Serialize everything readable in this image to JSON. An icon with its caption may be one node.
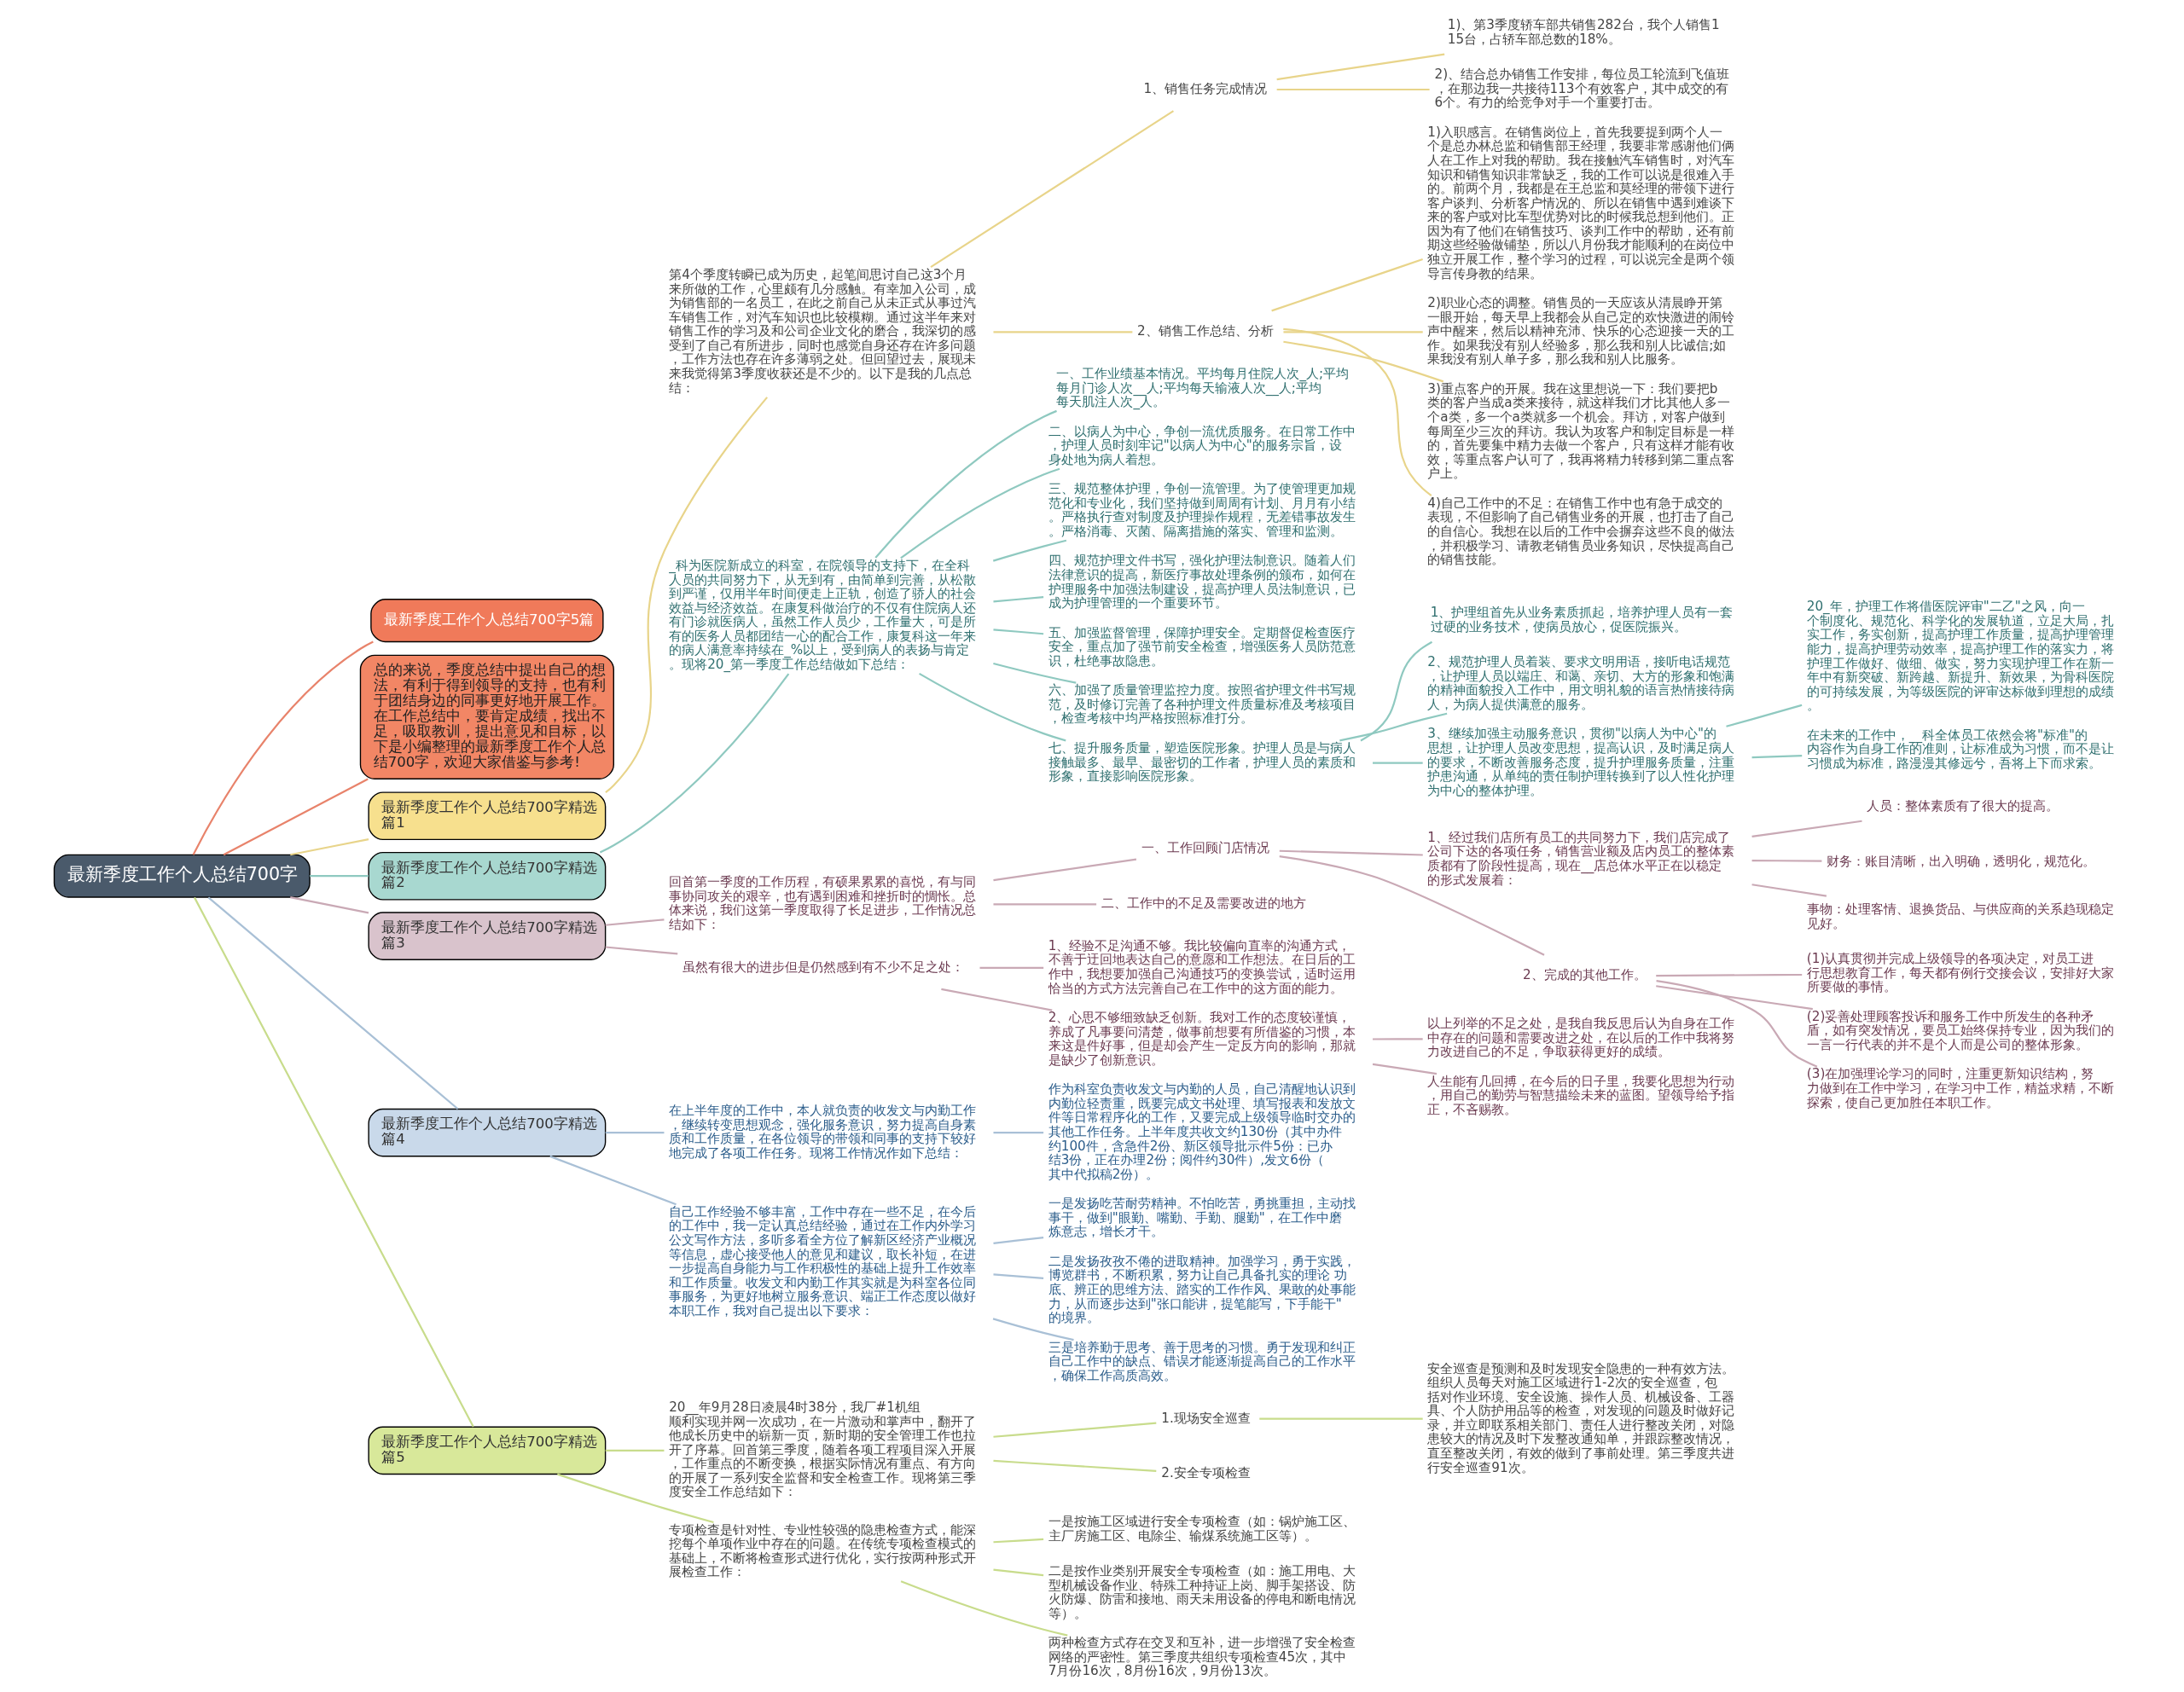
{
  "diagram": {
    "nodes": [
      {
        "text": [
          "最新季度工作个人总结700字"
        ]
      },
      {
        "text": [
          "最新季度工作个人总结700字5篇"
        ]
      },
      {
        "text": [
          "总的来说，季度总结中提出自己的想法，有利于得到领导的支持，也有利于团结身边的同事更好地开展工作。在工作总结中，要肯定成绩，找出不足，吸取教训，提出意见和目标，以下是小编整理的最新季度工作个人总结700字，欢迎大家借鉴与参考!"
        ]
      },
      {
        "text": [
          "最新季度工作个人总结700字精选篇1"
        ]
      },
      {
        "text": [
          "第4个季度转瞬已成为历史，起笔间思讨自己这3个月来所做的工作，心里颇有几分感触。有幸加入公司，成为销售部的一名员工，在此之前自己从未正式从事过汽车销售工作，对汽车知识也比较模糊。通过这半年来对销售工作的学习及和公司企业文化的磨合，我深切的感受到了自己有所进步，同时也感觉自身还存在许多问题，工作方法也存在许多薄弱之处。但回望过去，展现未来我觉得第3季度收获还是不少的。以下是我的几点总结："
        ]
      },
      {
        "text": [
          "1、销售任务完成情况"
        ]
      },
      {
        "text": [
          "1)、第3季度轿车部共销售282台，我个人销售115台，占轿车部总数的18%。"
        ]
      },
      {
        "text": [
          "2)、结合总办销售工作安排，每位员工轮流到飞值班，在那边我一共接待113个有效客户，其中成交的有6个。有力的给竞争对手一个重要打击。"
        ]
      },
      {
        "text": [
          "2、销售工作总结、分析"
        ]
      },
      {
        "text": [
          "1)入职感言。在销售岗位上，首先我要提到两个人一个是总办林总监和销售部王经理，我要非常感谢他们俩人在工作上对我的帮助。我在接触汽车销售时，对汽车知识和销售知识非常缺乏，我的工作可以说是很难入手的。前两个月，我都是在王总监和莫经理的带领下进行客户谈判、分析客户情况的、所以在销售中遇到难谈下来的客户或对比车型优势对比的时候我总想到他们。正因为有了他们在销售技巧、谈判工作中的帮助，还有前期这些经验做铺垫，所以八月份我才能顺利的在岗位中独立开展工作，整个学习的过程，可以说完全是两个领导言传身教的结果。"
        ]
      },
      {
        "text": [
          "2)职业心态的调整。销售员的一天应该从清晨睁开第一眼开始，每天早上我都会从自己定的欢快激进的闹铃声中醒来，然后以精神充沛、快乐的心态迎接一天的工作。如果我没有别人经验多，那么我和别人比诚信;如果我没有别人单子多，那么我和别人比服务。"
        ]
      },
      {
        "text": [
          "3)重点客户的开展。我在这里想说一下：我们要把b类的客户当成a类来接待，就这样我们才比其他人多一个a类，多一个a类就多一个机会。拜访，对客户做到每周至少三次的拜访。我认为攻客户和制定目标是一样的，首先要集中精力去做一个客户，只有这样才能有收效，等重点客户认可了，我再将精力转移到第二重点客户上。"
        ]
      },
      {
        "text": [
          "4)自己工作中的不足：在销售工作中也有急于成交的表现，不但影响了自己销售业务的开展，也打击了自己的自信心。我想在以后的工作中会摒弃这些不良的做法，并积极学习、请教老销售员业务知识，尽快提高自己的销售技能。"
        ]
      },
      {
        "text": [
          "最新季度工作个人总结700字精选篇2"
        ]
      },
      {
        "text": [
          "_科为医院新成立的科室，在院领导的支持下，在全科人员的共同努力下，从无到有，由简单到完善，从松散到严谨，仅用半年时间便走上正轨，创造了骄人的社会效益与经济效益。在康复科做治疗的不仅有住院病人还有门诊就医病人，虽然工作人员少，工作量大，可是所有的医务人员都团结一心的配合工作，康复科这一年来的病人满意率持续在_%以上，受到病人的表扬与肯定。现将20_第一季度工作总结做如下总结："
        ]
      },
      {
        "text": [
          "一、工作业绩基本情况。平均每月住院人次_人;平均每月门诊人次__人;平均每天输液人次__人;平均每天肌注人次_人。"
        ]
      },
      {
        "text": [
          "二、以病人为中心，争创一流优质服务。在日常工作中，护理人员时刻牢记\"以病人为中心\"的服务宗旨，设身处地为病人着想。"
        ]
      },
      {
        "text": [
          "三、规范整体护理，争创一流管理。为了使管理更加规范化和专业化，我们坚持做到周周有计划、月月有小结。严格执行查对制度及护理操作规程，无差错事故发生。严格消毒、灭菌、隔离措施的落实、管理和监测。"
        ]
      },
      {
        "text": [
          "四、规范护理文件书写，强化护理法制意识。随着人们法律意识的提高，新医疗事故处理条例的颁布，如何在护理服务中加强法制建设，提高护理人员法制意识，已成为护理管理的一个重要环节。"
        ]
      },
      {
        "text": [
          "五、加强监督管理，保障护理安全。定期督促检查医疗安全，重点加了强节前安全检查，增强医务人员防范意识，杜绝事故隐患。"
        ]
      },
      {
        "text": [
          "六、加强了质量管理监控力度。按照省护理文件书写规范，及时修订完善了各种护理文件质量标准及考核项目，检查考核中均严格按照标准打分。"
        ]
      },
      {
        "text": [
          "七、提升服务质量，塑造医院形象。护理人员是与病人接触最多、最早、最密切的工作者，护理人员的素质和形象，直接影响医院形象。"
        ]
      },
      {
        "text": [
          "1、护理组首先从业务素质抓起，培养护理人员有一套过硬的业务技术，使病员放心，促医院振兴。"
        ]
      },
      {
        "text": [
          "2、规范护理人员着装、要求文明用语，接听电话规范，让护理人员以端庄、和蔼、亲切、大方的形象和饱满的精神面貌投入工作中，用文明礼貌的语言热情接待病人，为病人提供满意的服务。"
        ]
      },
      {
        "text": [
          "3、继续加强主动服务意识，贯彻\"以病人为中心\"的思想，让护理人员改变思想，提高认识，及时满足病人的要求，不断改善服务态度，提升护理服务质量，注重护患沟通，从单纯的责任制护理转换到了以人性化护理为中心的整体护理。"
        ]
      },
      {
        "text": [
          "20_年，护理工作将借医院评审\"二乙\"之风，向一个制度化、规范化、科学化的发展轨道，立足大局，扎实工作，务实创新，提高护理工作质量，提高护理管理能力，提高护理劳动效率，提高护理工作的落实力，将护理工作做好、做细、做实，努力实现护理工作在新一年中有新突破、新跨越、新提升、新效果，为骨科医院的可持续发展，为等级医院的评审达标做到理想的成绩。"
        ]
      },
      {
        "text": [
          "在未来的工作中，__科全体员工依然会将\"标准\"的内容作为自身工作的准则，让标准成为习惯，而不是让习惯成为标准，路漫漫其修远兮，吾将上下而求索。"
        ]
      },
      {
        "text": [
          "最新季度工作个人总结700字精选篇3"
        ]
      },
      {
        "text": [
          "回首第一季度的工作历程，有硕果累累的喜悦，有与同事协同攻关的艰辛，也有遇到困难和挫折时的惆怅。总体来说，我们这第一季度取得了长足进步，工作情况总结如下："
        ]
      },
      {
        "text": [
          "一、工作回顾门店情况"
        ]
      },
      {
        "text": [
          "1、经过我们店所有员工的共同努力下，我们店完成了公司下达的各项任务，销售营业额及店内员工的整体素质都有了阶段性提高，现在__店总体水平正在以稳定的形式发展着："
        ]
      },
      {
        "text": [
          "人员：整体素质有了很大的提高。"
        ]
      },
      {
        "text": [
          "财务：账目清晰，出入明确，透明化，规范化。"
        ]
      },
      {
        "text": [
          "事物：处理客情、退换货品、与供应商的关系趋现稳定见好。"
        ]
      },
      {
        "text": [
          "2、完成的其他工作。"
        ]
      },
      {
        "text": [
          "(1)认真贯彻并完成上级领导的各项决定，对员工进行思想教育工作，每天都有例行交接会议，安排好大家所要做的事情。"
        ]
      },
      {
        "text": [
          "(2)妥善处理顾客投诉和服务工作中所发生的各种矛盾，如有突发情况，要员工始终保持专业，因为我们的一言一行代表的并不是个人而是公司的整体形象。"
        ]
      },
      {
        "text": [
          "(3)在加强理论学习的同时，注重更新知识结构，努力做到在工作中学习，在学习中工作，精益求精，不断探索，使自己更加胜任本职工作。"
        ]
      },
      {
        "text": [
          "二、工作中的不足及需要改进的地方"
        ]
      },
      {
        "text": [
          "虽然有很大的进步但是仍然感到有不少不足之处："
        ]
      },
      {
        "text": [
          "1、经验不足沟通不够。我比较偏向直率的沟通方式，不善于迂回地表达自己的意愿和工作想法。在日后的工作中，我想要加强自己沟通技巧的变换尝试，适时运用恰当的方式方法完善自己在工作中的这方面的能力。"
        ]
      },
      {
        "text": [
          "2、心思不够细致缺乏创新。我对工作的态度较谨慎，养成了凡事要问清楚，做事前想要有所借鉴的习惯，本来这是件好事，但是却会产生一定反方向的影响，那就是缺少了创新意识。"
        ]
      },
      {
        "text": [
          "以上列举的不足之处，是我自我反思后认为自身在工作中存在的问题和需要改进之处，在以后的工作中我将努力改进自己的不足，争取获得更好的成绩。"
        ]
      },
      {
        "text": [
          "人生能有几回搏，在今后的日子里，我要化思想为行动，用自己的勤劳与智慧描绘未来的蓝图。望领导给予指正，不吝赐教。"
        ]
      },
      {
        "text": [
          "最新季度工作个人总结700字精选篇4"
        ]
      },
      {
        "text": [
          "在上半年度的工作中，本人就负责的收发文与内勤工作，继续转变思想观念，强化服务意识，努力提高自身素质和工作质量，在各位领导的带领和同事的支持下较好地完成了各项工作任务。现将工作情况作如下总结："
        ]
      },
      {
        "text": [
          "自己工作经验不够丰富，工作中存在一些不足，在今后的工作中，我一定认真总结经验，通过在工作内外学习公文写作方法，多听多看全方位了解新区经济产业概况等信息，虚心接受他人的意见和建议，取长补短，在进一步提高自身能力与工作积极性的基础上提升工作效率和工作质量。收发文和内勤工作其实就是为科室各位同事服务，为更好地树立服务意识、端正工作态度以做好本职工作，我对自己提出以下要求："
        ]
      },
      {
        "text": [
          "作为科室负责收发文与内勤的人员，自己清醒地认识到内勤位轻责重，既要完成文书处理、填写报表和发放文件等日常程序化的工作，又要完成上级领导临时交办的其他工作任务。上半年度共收文约130份（其中办件约100件，含急件2份、新区领导批示件5份：已办结3份，正在办理2份；阅件约30件）,发文6份（其中代拟稿2份）。"
        ]
      },
      {
        "text": [
          "一是发扬吃苦耐劳精神。不怕吃苦，勇挑重担，主动找事干，做到\"眼勤、嘴勤、手勤、腿勤\"，在工作中磨炼意志，增长才干。"
        ]
      },
      {
        "text": [
          "二是发扬孜孜不倦的进取精神。加强学习，勇于实践，博览群书，不断积累，努力让自己具备扎实的理论 功底、辨正的思维方法、踏实的工作作风、果敢的处事能力，从而逐步达到\"张口能讲，提笔能写，下手能干\"的境界。"
        ]
      },
      {
        "text": [
          "三是培养勤于思考、善于思考的习惯。勇于发现和纠正自己工作中的缺点、错误才能逐渐提高自己的工作水平，确保工作高质高效。"
        ]
      },
      {
        "text": [
          "最新季度工作个人总结700字精选篇5"
        ]
      },
      {
        "text": [
          "20__年9月28日凌晨4时38分，我厂#1机组顺利实现并网一次成功，在一片激动和掌声中，翻开了他成长历史中的崭新一页，新时期的安全管理工作也拉开了序幕。回首第三季度，随着各项工程项目深入开展，工作重点的不断变换，根据实际情况有重点、有方向的开展了一系列安全监督和安全检查工作。现将第三季度安全工作总结如下："
        ]
      },
      {
        "text": [
          "1.现场安全巡查"
        ]
      },
      {
        "text": [
          "安全巡查是预测和及时发现安全隐患的一种有效方法。组织人员每天对施工区域进行1-2次的安全巡查，包括对作业环境、安全设施、操作人员、机械设备、工器具、个人防护用品等的检查，对发现的问题及时做好记录，并立即联系相关部门、责任人进行整改关闭，对隐患较大的情况及时下发整改通知单，并跟踪整改情况，直至整改关闭，有效的做到了事前处理。第三季度共进行安全巡查91次。"
        ]
      },
      {
        "text": [
          "2.安全专项检查"
        ]
      },
      {
        "text": [
          "专项检查是针对性、专业性较强的隐患检查方式，能深挖每个单项作业中存在的问题。在传统专项检查模式的基础上，不断将检查形式进行优化，实行按两种形式开展检查工作："
        ]
      },
      {
        "text": [
          "一是按施工区域进行安全专项检查（如：锅炉施工区、主厂房施工区、电除尘、输煤系统施工区等）。"
        ]
      },
      {
        "text": [
          "二是按作业类别开展安全专项检查（如：施工用电、大型机械设备作业、特殊工种持证上岗、脚手架搭设、防火防爆、防雷和接地、雨天未用设备的停电和断电情况等）。"
        ]
      },
      {
        "text": [
          "两种检查方式存在交叉和互补，进一步增强了安全检查网络的严密性。第三季度共组织专项检查45次，其中7月份16次，8月份16次，9月份13次。"
        ]
      }
    ],
    "edges": [
      {
        "from": 0,
        "to": 1,
        "arrow": "none",
        "color": "#e8836b"
      },
      {
        "from": 0,
        "to": 2,
        "arrow": "none",
        "color": "#e8836b"
      },
      {
        "from": 0,
        "to": 3,
        "arrow": "none",
        "color": "#e8d48a"
      },
      {
        "from": 3,
        "to": 4,
        "arrow": "none",
        "color": "#e8d48a"
      },
      {
        "from": 4,
        "to": 5,
        "arrow": "none",
        "color": "#e8d48a"
      },
      {
        "from": 5,
        "to": 6,
        "arrow": "none",
        "color": "#e8d48a"
      },
      {
        "from": 5,
        "to": 7,
        "arrow": "none",
        "color": "#e8d48a"
      },
      {
        "from": 4,
        "to": 8,
        "arrow": "none",
        "color": "#e8d48a"
      },
      {
        "from": 8,
        "to": 9,
        "arrow": "none",
        "color": "#e8d48a"
      },
      {
        "from": 8,
        "to": 10,
        "arrow": "none",
        "color": "#e8d48a"
      },
      {
        "from": 8,
        "to": 11,
        "arrow": "none",
        "color": "#e8d48a"
      },
      {
        "from": 8,
        "to": 12,
        "arrow": "none",
        "color": "#e8d48a"
      },
      {
        "from": 0,
        "to": 13,
        "arrow": "none",
        "color": "#8fc9c0"
      },
      {
        "from": 13,
        "to": 14,
        "arrow": "none",
        "color": "#8fc9c0"
      },
      {
        "from": 14,
        "to": 15,
        "arrow": "none",
        "color": "#8fc9c0"
      },
      {
        "from": 14,
        "to": 16,
        "arrow": "none",
        "color": "#8fc9c0"
      },
      {
        "from": 14,
        "to": 17,
        "arrow": "none",
        "color": "#8fc9c0"
      },
      {
        "from": 14,
        "to": 18,
        "arrow": "none",
        "color": "#8fc9c0"
      },
      {
        "from": 14,
        "to": 19,
        "arrow": "none",
        "color": "#8fc9c0"
      },
      {
        "from": 14,
        "to": 20,
        "arrow": "none",
        "color": "#8fc9c0"
      },
      {
        "from": 14,
        "to": 21,
        "arrow": "none",
        "color": "#8fc9c0"
      },
      {
        "from": 21,
        "to": 22,
        "arrow": "none",
        "color": "#8fc9c0"
      },
      {
        "from": 21,
        "to": 23,
        "arrow": "none",
        "color": "#8fc9c0"
      },
      {
        "from": 21,
        "to": 24,
        "arrow": "none",
        "color": "#8fc9c0"
      },
      {
        "from": 24,
        "to": 25,
        "arrow": "none",
        "color": "#8fc9c0"
      },
      {
        "from": 24,
        "to": 26,
        "arrow": "none",
        "color": "#8fc9c0"
      },
      {
        "from": 0,
        "to": 27,
        "arrow": "none",
        "color": "#c9a9b5"
      },
      {
        "from": 27,
        "to": 28,
        "arrow": "none",
        "color": "#c9a9b5"
      },
      {
        "from": 28,
        "to": 29,
        "arrow": "none",
        "color": "#c9a9b5"
      },
      {
        "from": 29,
        "to": 30,
        "arrow": "none",
        "color": "#c9a9b5"
      },
      {
        "from": 30,
        "to": 31,
        "arrow": "none",
        "color": "#c9a9b5"
      },
      {
        "from": 30,
        "to": 32,
        "arrow": "none",
        "color": "#c9a9b5"
      },
      {
        "from": 30,
        "to": 33,
        "arrow": "none",
        "color": "#c9a9b5"
      },
      {
        "from": 29,
        "to": 34,
        "arrow": "none",
        "color": "#c9a9b5"
      },
      {
        "from": 34,
        "to": 35,
        "arrow": "none",
        "color": "#c9a9b5"
      },
      {
        "from": 34,
        "to": 36,
        "arrow": "none",
        "color": "#c9a9b5"
      },
      {
        "from": 34,
        "to": 37,
        "arrow": "none",
        "color": "#c9a9b5"
      },
      {
        "from": 28,
        "to": 38,
        "arrow": "none",
        "color": "#c9a9b5"
      },
      {
        "from": 27,
        "to": 39,
        "arrow": "none",
        "color": "#c9a9b5"
      },
      {
        "from": 39,
        "to": 40,
        "arrow": "none",
        "color": "#c9a9b5"
      },
      {
        "from": 39,
        "to": 41,
        "arrow": "none",
        "color": "#c9a9b5"
      },
      {
        "from": 41,
        "to": 42,
        "arrow": "none",
        "color": "#c9a9b5"
      },
      {
        "from": 41,
        "to": 43,
        "arrow": "none",
        "color": "#c9a9b5"
      },
      {
        "from": 0,
        "to": 44,
        "arrow": "none",
        "color": "#a9c0d6"
      },
      {
        "from": 44,
        "to": 45,
        "arrow": "none",
        "color": "#a9c0d6"
      },
      {
        "from": 44,
        "to": 46,
        "arrow": "none",
        "color": "#a9c0d6"
      },
      {
        "from": 45,
        "to": 47,
        "arrow": "none",
        "color": "#a9c0d6"
      },
      {
        "from": 46,
        "to": 48,
        "arrow": "none",
        "color": "#a9c0d6"
      },
      {
        "from": 46,
        "to": 49,
        "arrow": "none",
        "color": "#a9c0d6"
      },
      {
        "from": 46,
        "to": 50,
        "arrow": "none",
        "color": "#a9c0d6"
      },
      {
        "from": 0,
        "to": 51,
        "arrow": "none",
        "color": "#c8dc8c"
      },
      {
        "from": 51,
        "to": 52,
        "arrow": "none",
        "color": "#c8dc8c"
      },
      {
        "from": 52,
        "to": 53,
        "arrow": "none",
        "color": "#c8dc8c"
      },
      {
        "from": 53,
        "to": 54,
        "arrow": "none",
        "color": "#c8dc8c"
      },
      {
        "from": 52,
        "to": 55,
        "arrow": "none",
        "color": "#c8dc8c"
      },
      {
        "from": 51,
        "to": 56,
        "arrow": "none",
        "color": "#c8dc8c"
      },
      {
        "from": 56,
        "to": 57,
        "arrow": "none",
        "color": "#c8dc8c"
      },
      {
        "from": 56,
        "to": 58,
        "arrow": "none",
        "color": "#c8dc8c"
      },
      {
        "from": 56,
        "to": 59,
        "arrow": "none",
        "color": "#c8dc8c"
      }
    ]
  }
}
